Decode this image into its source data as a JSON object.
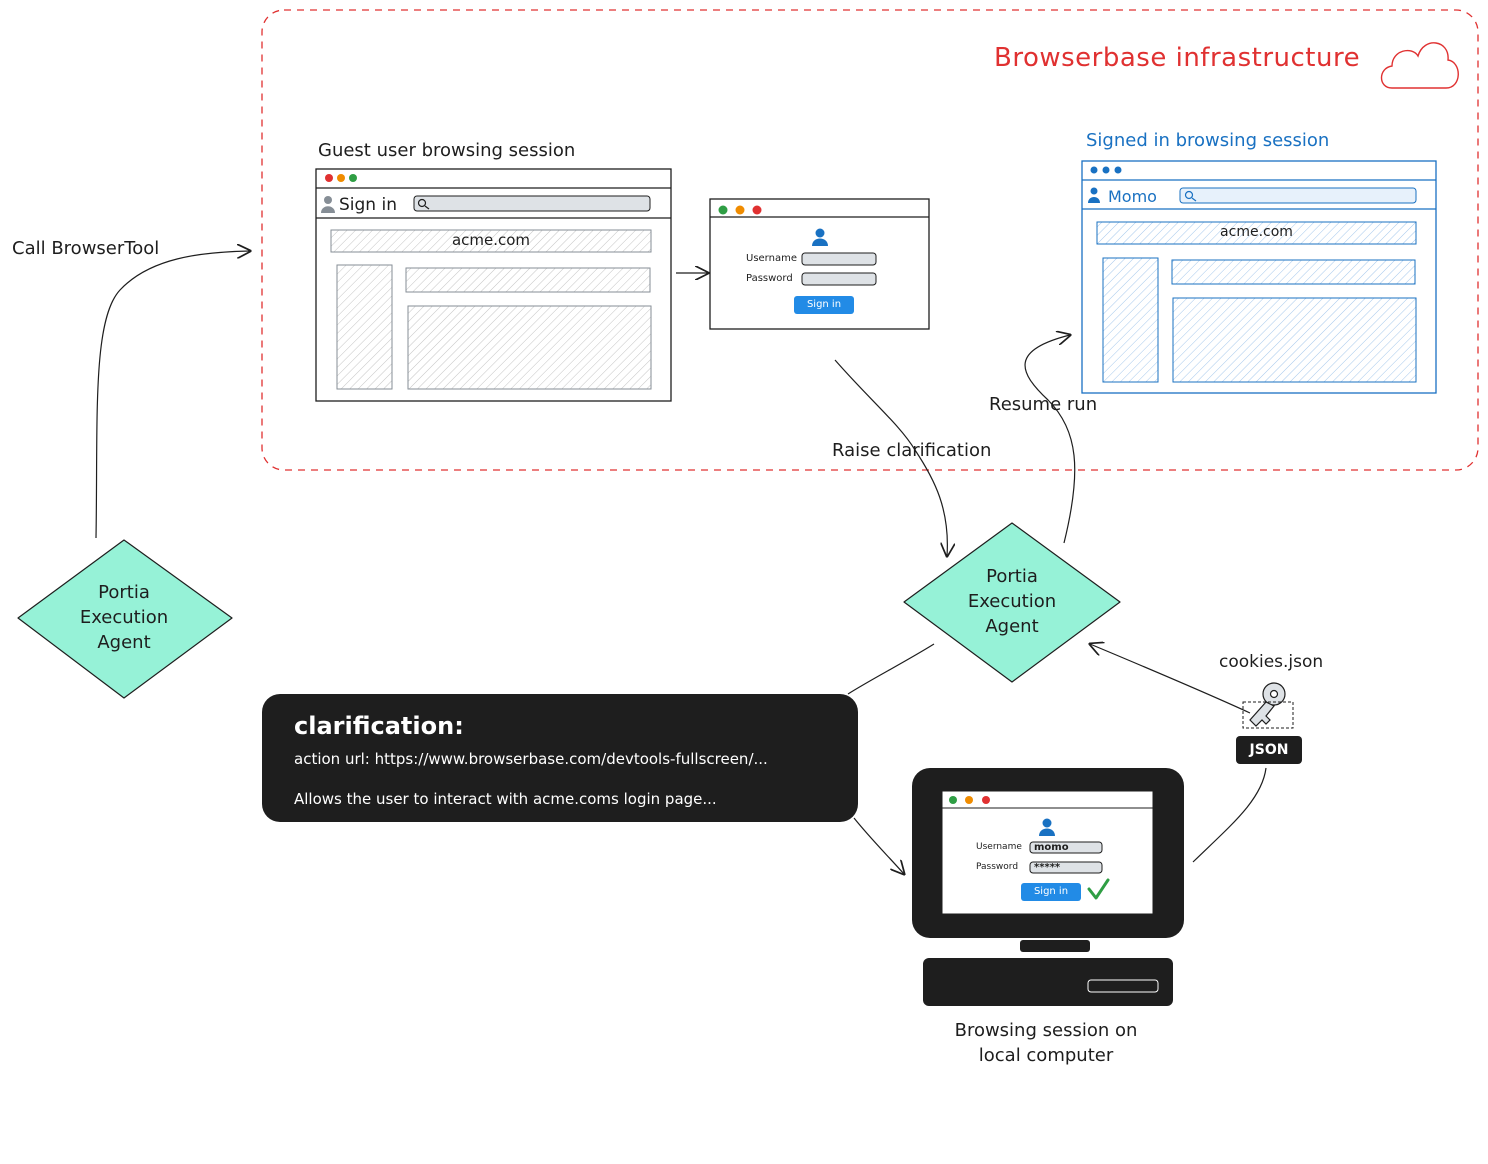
{
  "infrastructure": {
    "title": "Browserbase infrastructure",
    "cloud_icon": "cloud-icon",
    "border_color": "#e03131"
  },
  "edges": {
    "call_tool": "Call BrowserTool",
    "raise_clarification": "Raise clarification",
    "resume_run": "Resume run"
  },
  "agents": [
    {
      "label_lines": [
        "Portia",
        "Execution",
        "Agent"
      ]
    },
    {
      "label_lines": [
        "Portia",
        "Execution",
        "Agent"
      ]
    }
  ],
  "agent_color": "#96f2d7",
  "guest_session": {
    "caption": "Guest user browsing session",
    "toolbar_label": "Sign in",
    "site": "acme.com",
    "user_icon": "user-icon",
    "search_icon": "search-icon"
  },
  "login_popup": {
    "username_label": "Username",
    "password_label": "Password",
    "button_label": "Sign in"
  },
  "signed_session": {
    "caption": "Signed in browsing session",
    "toolbar_label": "Momo",
    "site": "acme.com",
    "color": "#1971c2"
  },
  "clarification": {
    "title": "clarification:",
    "action_url": "action url: https://www.browserbase.com/devtools-fullscreen/...",
    "description": "Allows the user to interact with acme.coms login page..."
  },
  "local_computer": {
    "username_label": "Username",
    "username_value": "momo",
    "password_label": "Password",
    "password_value": "*****",
    "button_label": "Sign in",
    "check_icon": "checkmark-icon",
    "caption_lines": [
      "Browsing session on",
      "local computer"
    ]
  },
  "cookies": {
    "filename": "cookies.json",
    "badge": "JSON",
    "key_icon": "key-icon"
  },
  "dot_colors": [
    "#e03131",
    "#f08c00",
    "#2f9e44"
  ]
}
